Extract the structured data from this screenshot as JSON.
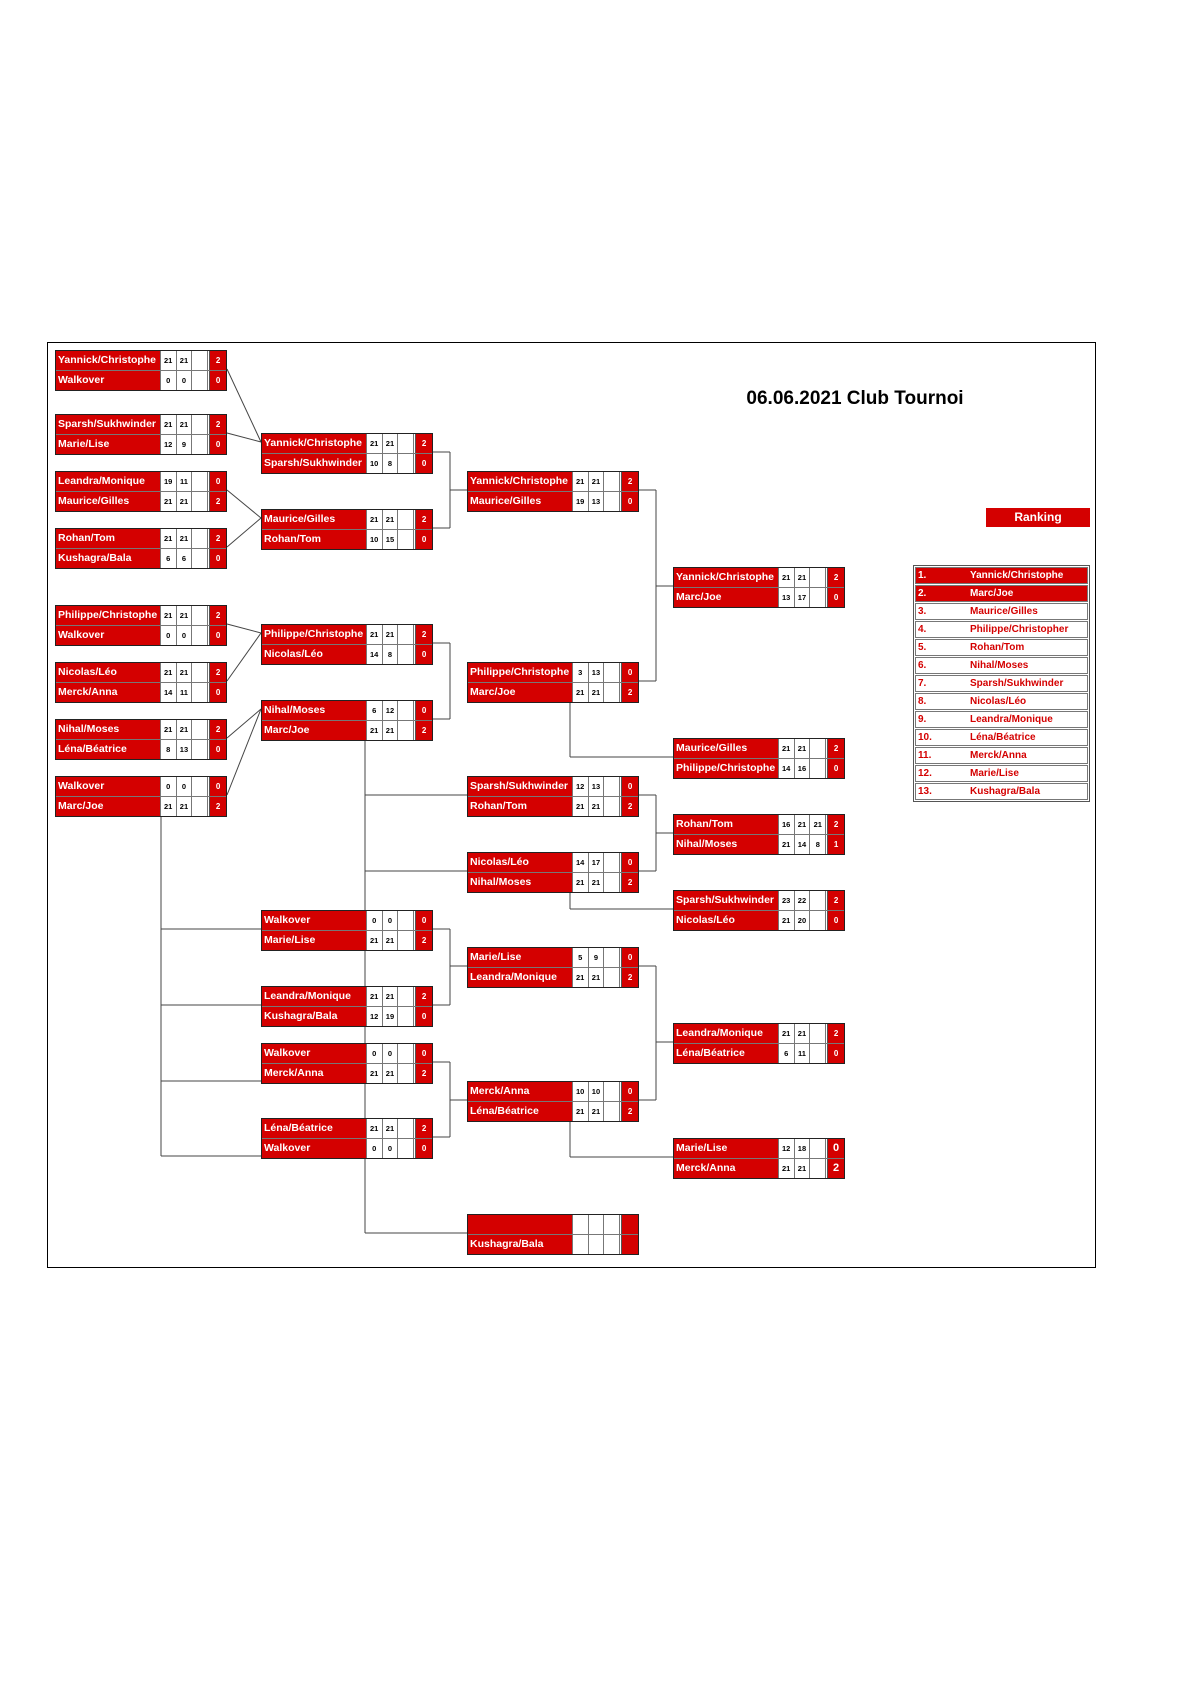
{
  "title": "06.06.2021 Club Tournoi",
  "colors": {
    "accent": "#d40000",
    "border": "#222222"
  },
  "ranking": {
    "header": "Ranking",
    "rows": [
      {
        "pos": "1.",
        "name": "Yannick/Christophe"
      },
      {
        "pos": "2.",
        "name": "Marc/Joe"
      },
      {
        "pos": "3.",
        "name": "Maurice/Gilles"
      },
      {
        "pos": "4.",
        "name": "Philippe/Christopher"
      },
      {
        "pos": "5.",
        "name": "Rohan/Tom"
      },
      {
        "pos": "6.",
        "name": "Nihal/Moses"
      },
      {
        "pos": "7.",
        "name": "Sparsh/Sukhwinder"
      },
      {
        "pos": "8.",
        "name": "Nicolas/Léo"
      },
      {
        "pos": "9.",
        "name": "Leandra/Monique"
      },
      {
        "pos": "10.",
        "name": "Léna/Béatrice"
      },
      {
        "pos": "11.",
        "name": "Merck/Anna"
      },
      {
        "pos": "12.",
        "name": "Marie/Lise"
      },
      {
        "pos": "13.",
        "name": "Kushagra/Bala"
      }
    ]
  },
  "matches": [
    {
      "id": "r1m1",
      "teams": [
        {
          "name": "Yannick/Christophe",
          "s1": "21",
          "s2": "21",
          "s3": "",
          "res": "2"
        },
        {
          "name": "Walkover",
          "s1": "0",
          "s2": "0",
          "s3": "",
          "res": "0"
        }
      ]
    },
    {
      "id": "r1m2",
      "teams": [
        {
          "name": "Sparsh/Sukhwinder",
          "s1": "21",
          "s2": "21",
          "s3": "",
          "res": "2"
        },
        {
          "name": "Marie/Lise",
          "s1": "12",
          "s2": "9",
          "s3": "",
          "res": "0"
        }
      ]
    },
    {
      "id": "r1m3",
      "teams": [
        {
          "name": "Leandra/Monique",
          "s1": "19",
          "s2": "11",
          "s3": "",
          "res": "0"
        },
        {
          "name": "Maurice/Gilles",
          "s1": "21",
          "s2": "21",
          "s3": "",
          "res": "2"
        }
      ]
    },
    {
      "id": "r1m4",
      "teams": [
        {
          "name": "Rohan/Tom",
          "s1": "21",
          "s2": "21",
          "s3": "",
          "res": "2"
        },
        {
          "name": "Kushagra/Bala",
          "s1": "6",
          "s2": "6",
          "s3": "",
          "res": "0"
        }
      ]
    },
    {
      "id": "r1m5",
      "teams": [
        {
          "name": "Philippe/Christophe",
          "s1": "21",
          "s2": "21",
          "s3": "",
          "res": "2"
        },
        {
          "name": "Walkover",
          "s1": "0",
          "s2": "0",
          "s3": "",
          "res": "0"
        }
      ]
    },
    {
      "id": "r1m6",
      "teams": [
        {
          "name": "Nicolas/Léo",
          "s1": "21",
          "s2": "21",
          "s3": "",
          "res": "2"
        },
        {
          "name": "Merck/Anna",
          "s1": "14",
          "s2": "11",
          "s3": "",
          "res": "0"
        }
      ]
    },
    {
      "id": "r1m7",
      "teams": [
        {
          "name": "Nihal/Moses",
          "s1": "21",
          "s2": "21",
          "s3": "",
          "res": "2"
        },
        {
          "name": "Léna/Béatrice",
          "s1": "8",
          "s2": "13",
          "s3": "",
          "res": "0"
        }
      ]
    },
    {
      "id": "r1m8",
      "teams": [
        {
          "name": "Walkover",
          "s1": "0",
          "s2": "0",
          "s3": "",
          "res": "0"
        },
        {
          "name": "Marc/Joe",
          "s1": "21",
          "s2": "21",
          "s3": "",
          "res": "2"
        }
      ]
    },
    {
      "id": "r2m1",
      "teams": [
        {
          "name": "Yannick/Christophe",
          "s1": "21",
          "s2": "21",
          "s3": "",
          "res": "2"
        },
        {
          "name": "Sparsh/Sukhwinder",
          "s1": "10",
          "s2": "8",
          "s3": "",
          "res": "0"
        }
      ]
    },
    {
      "id": "r2m2",
      "teams": [
        {
          "name": "Maurice/Gilles",
          "s1": "21",
          "s2": "21",
          "s3": "",
          "res": "2"
        },
        {
          "name": "Rohan/Tom",
          "s1": "10",
          "s2": "15",
          "s3": "",
          "res": "0"
        }
      ]
    },
    {
      "id": "r2m3",
      "teams": [
        {
          "name": "Philippe/Christophe",
          "s1": "21",
          "s2": "21",
          "s3": "",
          "res": "2"
        },
        {
          "name": "Nicolas/Léo",
          "s1": "14",
          "s2": "8",
          "s3": "",
          "res": "0"
        }
      ]
    },
    {
      "id": "r2m4",
      "teams": [
        {
          "name": "Nihal/Moses",
          "s1": "6",
          "s2": "12",
          "s3": "",
          "res": "0"
        },
        {
          "name": "Marc/Joe",
          "s1": "21",
          "s2": "21",
          "s3": "",
          "res": "2"
        }
      ]
    },
    {
      "id": "c1",
      "teams": [
        {
          "name": "Walkover",
          "s1": "0",
          "s2": "0",
          "s3": "",
          "res": "0"
        },
        {
          "name": "Marie/Lise",
          "s1": "21",
          "s2": "21",
          "s3": "",
          "res": "2"
        }
      ]
    },
    {
      "id": "c2",
      "teams": [
        {
          "name": "Leandra/Monique",
          "s1": "21",
          "s2": "21",
          "s3": "",
          "res": "2"
        },
        {
          "name": "Kushagra/Bala",
          "s1": "12",
          "s2": "19",
          "s3": "",
          "res": "0"
        }
      ]
    },
    {
      "id": "c3",
      "teams": [
        {
          "name": "Walkover",
          "s1": "0",
          "s2": "0",
          "s3": "",
          "res": "0"
        },
        {
          "name": "Merck/Anna",
          "s1": "21",
          "s2": "21",
          "s3": "",
          "res": "2"
        }
      ]
    },
    {
      "id": "c4",
      "teams": [
        {
          "name": "Léna/Béatrice",
          "s1": "21",
          "s2": "21",
          "s3": "",
          "res": "2"
        },
        {
          "name": "Walkover",
          "s1": "0",
          "s2": "0",
          "s3": "",
          "res": "0"
        }
      ]
    },
    {
      "id": "r3m1",
      "teams": [
        {
          "name": "Yannick/Christophe",
          "s1": "21",
          "s2": "21",
          "s3": "",
          "res": "2"
        },
        {
          "name": "Maurice/Gilles",
          "s1": "19",
          "s2": "13",
          "s3": "",
          "res": "0"
        }
      ]
    },
    {
      "id": "r3m2",
      "teams": [
        {
          "name": "Philippe/Christophe",
          "s1": "3",
          "s2": "13",
          "s3": "",
          "res": "0"
        },
        {
          "name": "Marc/Joe",
          "s1": "21",
          "s2": "21",
          "s3": "",
          "res": "2"
        }
      ]
    },
    {
      "id": "r3m3",
      "teams": [
        {
          "name": "Sparsh/Sukhwinder",
          "s1": "12",
          "s2": "13",
          "s3": "",
          "res": "0"
        },
        {
          "name": "Rohan/Tom",
          "s1": "21",
          "s2": "21",
          "s3": "",
          "res": "2"
        }
      ]
    },
    {
      "id": "r3m4",
      "teams": [
        {
          "name": "Nicolas/Léo",
          "s1": "14",
          "s2": "17",
          "s3": "",
          "res": "0"
        },
        {
          "name": "Nihal/Moses",
          "s1": "21",
          "s2": "21",
          "s3": "",
          "res": "2"
        }
      ]
    },
    {
      "id": "r3m5",
      "teams": [
        {
          "name": "Marie/Lise",
          "s1": "5",
          "s2": "9",
          "s3": "",
          "res": "0"
        },
        {
          "name": "Leandra/Monique",
          "s1": "21",
          "s2": "21",
          "s3": "",
          "res": "2"
        }
      ]
    },
    {
      "id": "r3m6",
      "teams": [
        {
          "name": "Merck/Anna",
          "s1": "10",
          "s2": "10",
          "s3": "",
          "res": "0"
        },
        {
          "name": "Léna/Béatrice",
          "s1": "21",
          "s2": "21",
          "s3": "",
          "res": "2"
        }
      ]
    },
    {
      "id": "r3m7",
      "teams": [
        {
          "name": "",
          "s1": "",
          "s2": "",
          "s3": "",
          "res": ""
        },
        {
          "name": "Kushagra/Bala",
          "s1": "",
          "s2": "",
          "s3": "",
          "res": ""
        }
      ]
    },
    {
      "id": "f1",
      "teams": [
        {
          "name": "Yannick/Christophe",
          "s1": "21",
          "s2": "21",
          "s3": "",
          "res": "2"
        },
        {
          "name": "Marc/Joe",
          "s1": "13",
          "s2": "17",
          "s3": "",
          "res": "0"
        }
      ]
    },
    {
      "id": "f2",
      "teams": [
        {
          "name": "Maurice/Gilles",
          "s1": "21",
          "s2": "21",
          "s3": "",
          "res": "2"
        },
        {
          "name": "Philippe/Christophe",
          "s1": "14",
          "s2": "16",
          "s3": "",
          "res": "0"
        }
      ]
    },
    {
      "id": "f3",
      "teams": [
        {
          "name": "Rohan/Tom",
          "s1": "16",
          "s2": "21",
          "s3": "21",
          "res": "2"
        },
        {
          "name": "Nihal/Moses",
          "s1": "21",
          "s2": "14",
          "s3": "8",
          "res": "1"
        }
      ]
    },
    {
      "id": "f4",
      "teams": [
        {
          "name": "Sparsh/Sukhwinder",
          "s1": "23",
          "s2": "22",
          "s3": "",
          "res": "2"
        },
        {
          "name": "Nicolas/Léo",
          "s1": "21",
          "s2": "20",
          "s3": "",
          "res": "0"
        }
      ]
    },
    {
      "id": "f5",
      "teams": [
        {
          "name": "Leandra/Monique",
          "s1": "21",
          "s2": "21",
          "s3": "",
          "res": "2"
        },
        {
          "name": "Léna/Béatrice",
          "s1": "6",
          "s2": "11",
          "s3": "",
          "res": "0"
        }
      ]
    },
    {
      "id": "f6",
      "teams": [
        {
          "name": "Marie/Lise",
          "s1": "12",
          "s2": "18",
          "s3": "",
          "res": "0"
        },
        {
          "name": "Merck/Anna",
          "s1": "21",
          "s2": "21",
          "s3": "",
          "res": "2"
        }
      ]
    }
  ]
}
